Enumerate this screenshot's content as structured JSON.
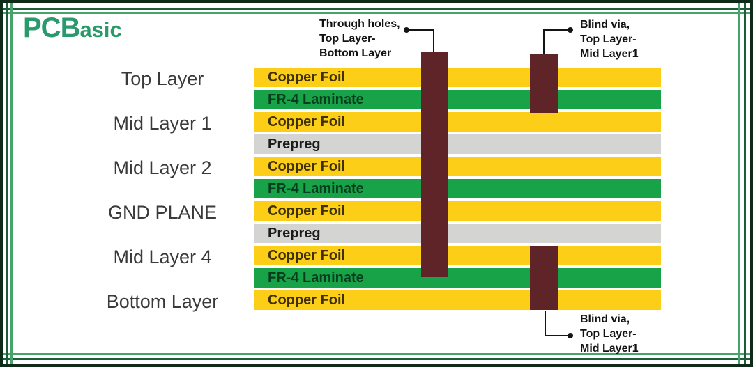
{
  "logo": {
    "text_main": "PCB",
    "text_sub": "asic",
    "full_name": "PCBasic"
  },
  "stackup": {
    "left_labels": [
      "Top Layer",
      "Mid Layer 1",
      "Mid Layer 2",
      "GND PLANE",
      "Mid Layer 4",
      "Bottom Layer"
    ],
    "layers": [
      {
        "type": "copper",
        "label": "Copper Foil"
      },
      {
        "type": "fr4",
        "label": "FR-4 Laminate"
      },
      {
        "type": "copper",
        "label": "Copper Foil"
      },
      {
        "type": "prepreg",
        "label": "Prepreg"
      },
      {
        "type": "copper",
        "label": "Copper Foil"
      },
      {
        "type": "fr4",
        "label": "FR-4 Laminate"
      },
      {
        "type": "copper",
        "label": "Copper Foil"
      },
      {
        "type": "prepreg",
        "label": "Prepreg"
      },
      {
        "type": "copper",
        "label": "Copper Foil"
      },
      {
        "type": "fr4",
        "label": "FR-4 Laminate"
      },
      {
        "type": "copper",
        "label": "Copper Foil"
      }
    ]
  },
  "annotations": {
    "through_hole": {
      "lines": [
        "Through holes,",
        "Top Layer-",
        "Bottom Layer"
      ]
    },
    "blind_via_top": {
      "lines": [
        "Blind via,",
        "Top Layer-",
        "Mid Layer1"
      ]
    },
    "blind_via_bottom": {
      "lines": [
        "Blind via,",
        "Top Layer-",
        "Mid Layer1"
      ]
    }
  },
  "colors": {
    "copper": "#fcce17",
    "fr4": "#18a349",
    "prepreg": "#d4d4d2",
    "via": "#5e2428",
    "logo_green": "#2a9a6d",
    "frame_outer": "#0e2b1a",
    "frame_line_dark": "#1f5c39",
    "frame_line_light": "#46a36a",
    "callout_ink": "#141414"
  }
}
